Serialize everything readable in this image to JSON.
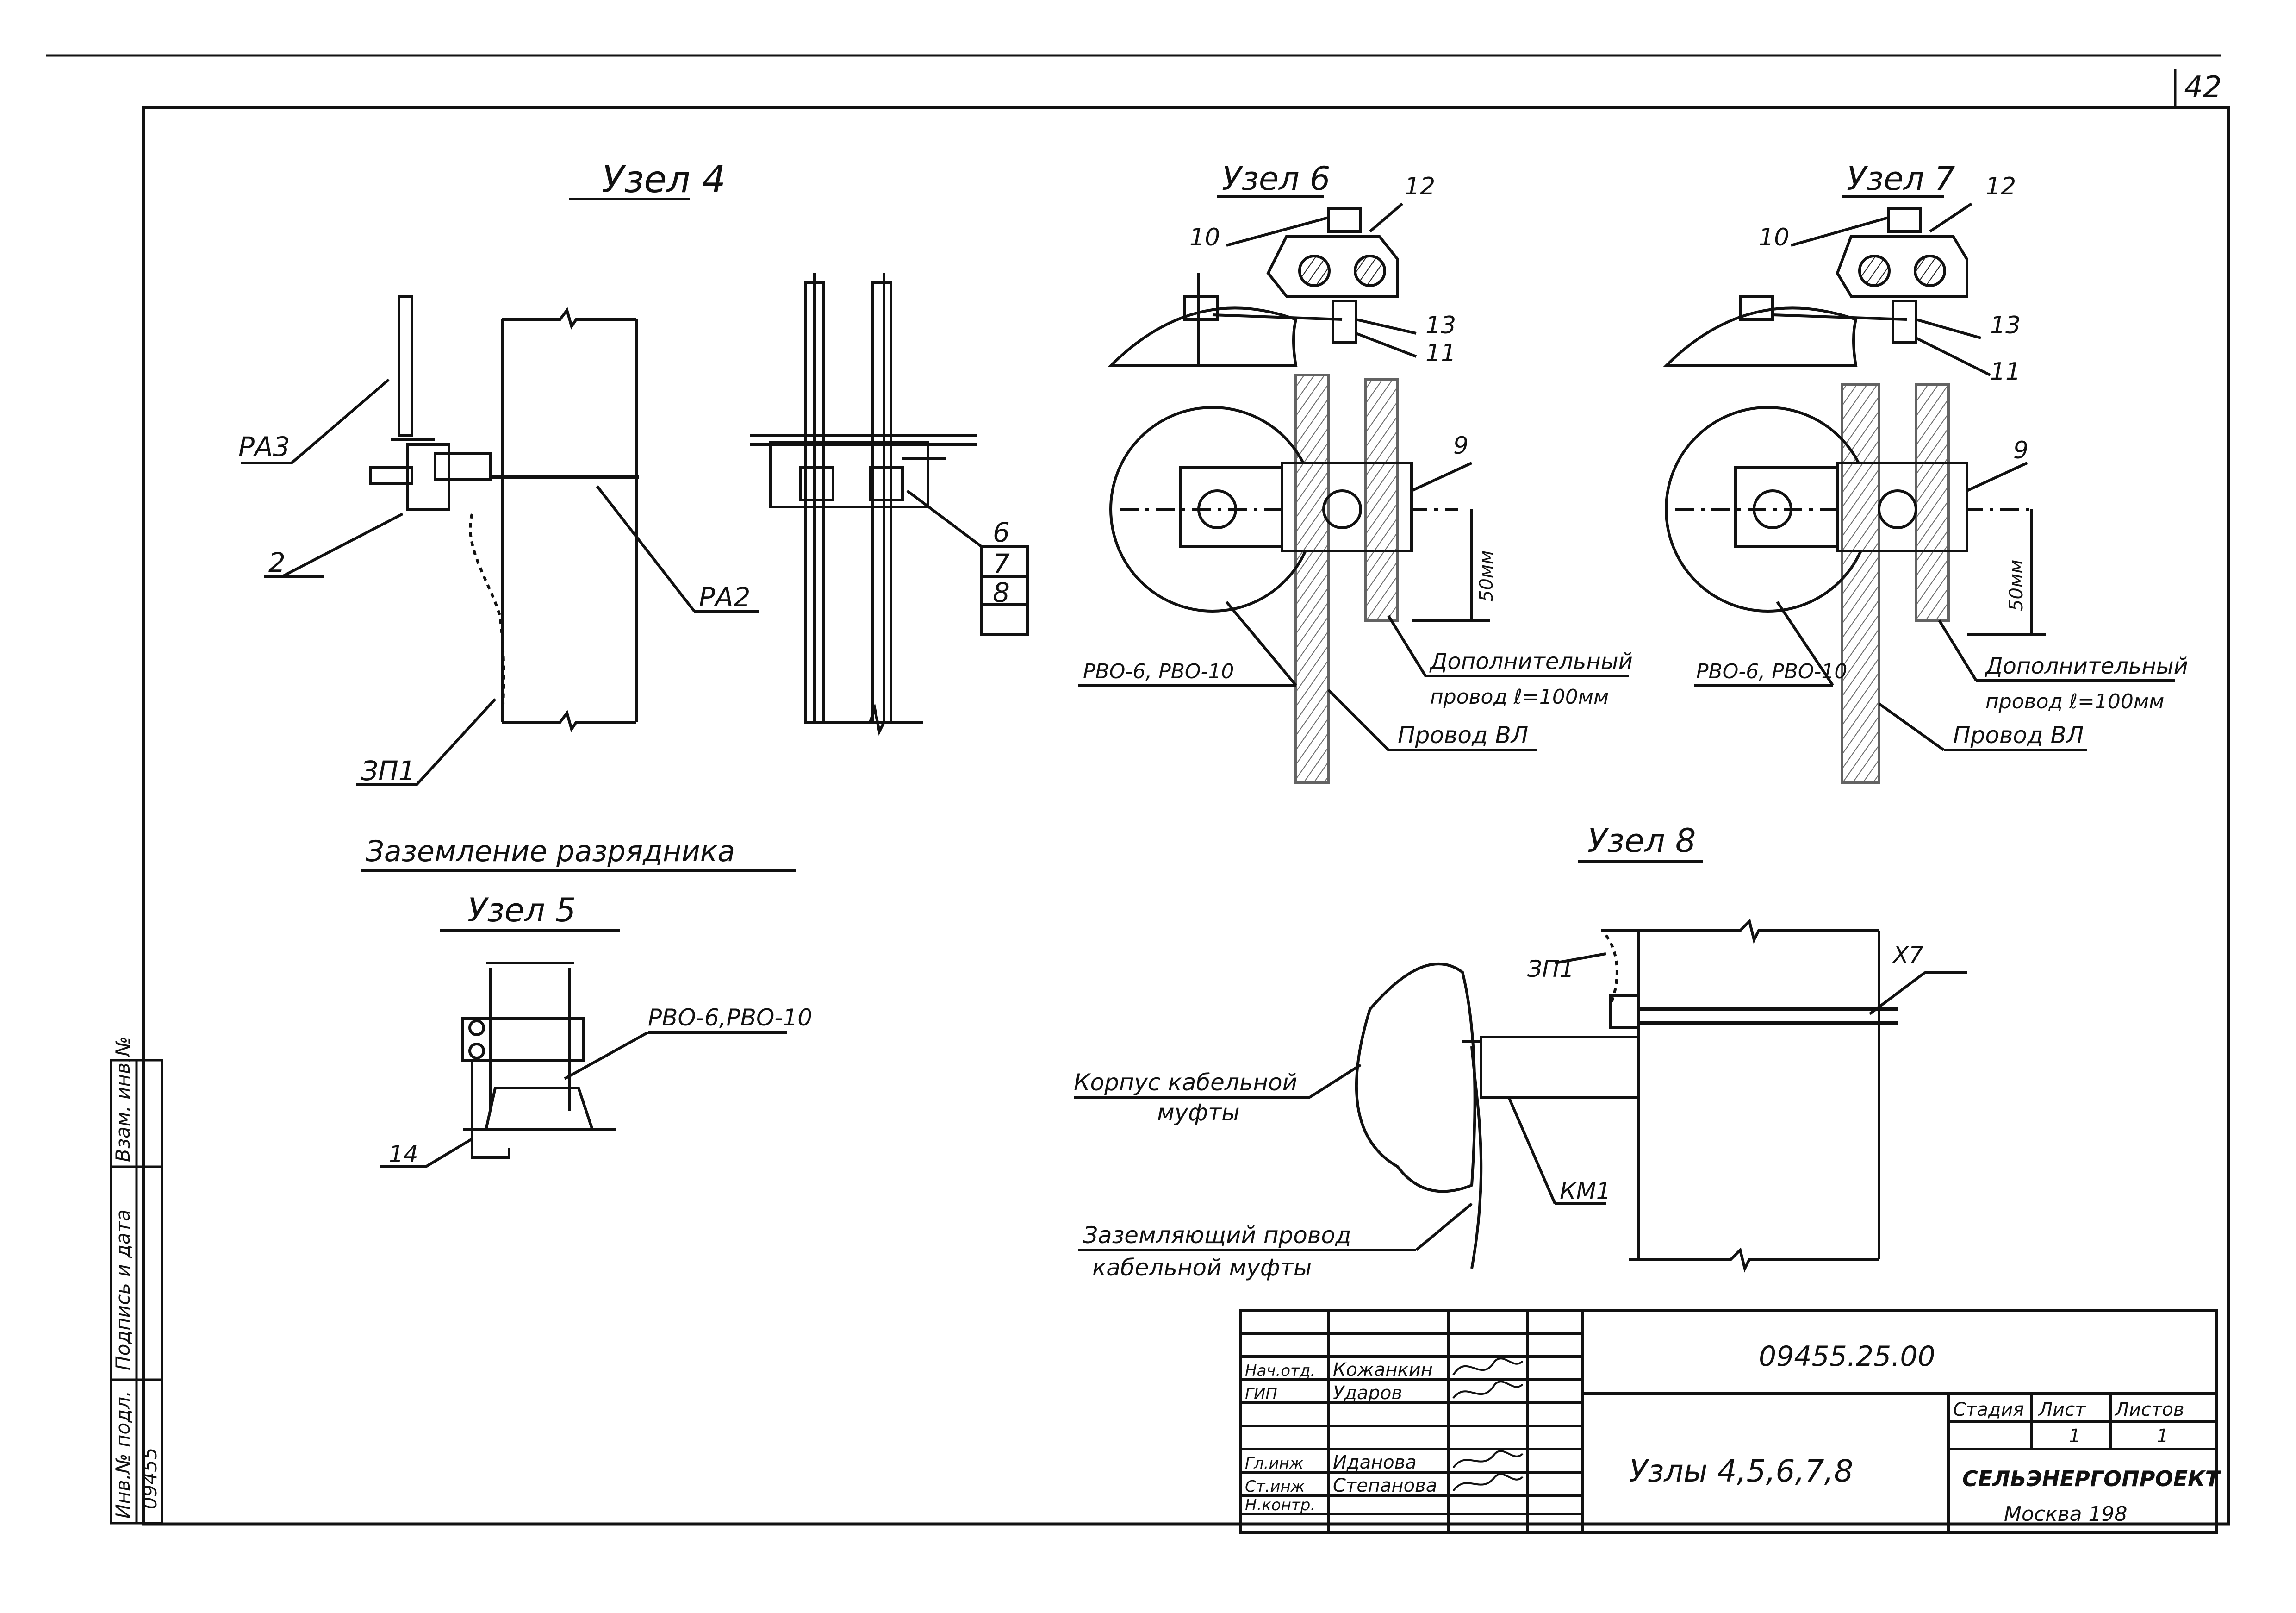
{
  "sheet_number": "42",
  "nodes": {
    "node4": {
      "title": "Узел 4",
      "labels": {
        "ra3": "РА3",
        "ra2": "РА2",
        "n2": "2",
        "zp1": "ЗП1",
        "n6": "6",
        "n7": "7",
        "n8": "8"
      }
    },
    "node6": {
      "title": "Узел 6",
      "labels": {
        "n10": "10",
        "n12": "12",
        "n13": "13",
        "n11": "11",
        "n9": "9",
        "rvo": "РВО-6, РВО-10",
        "extra_wire": "Дополнительный",
        "extra_wire2": "провод ℓ=100мм",
        "wire_vl": "Провод ВЛ",
        "dim50": "50мм"
      }
    },
    "node7": {
      "title": "Узел 7",
      "labels": {
        "n10": "10",
        "n12": "12",
        "n13": "13",
        "n11": "11",
        "n9": "9",
        "rvo": "РВО-6, РВО-10",
        "extra_wire": "Дополнительный",
        "extra_wire2": "провод ℓ=100мм",
        "wire_vl": "Провод ВЛ",
        "dim50": "50мм"
      }
    },
    "grounding_heading": "Заземление разрядника",
    "node5": {
      "title": "Узел 5",
      "labels": {
        "rvo": "РВО-6,РВО-10",
        "n14": "14"
      }
    },
    "node8": {
      "title": "Узел 8",
      "labels": {
        "zp1": "ЗП1",
        "x7": "Х7",
        "km1": "КМ1",
        "body1": "Корпус кабельной",
        "body2": "муфты",
        "ground1": "Заземляющий провод",
        "ground2": "кабельной муфты"
      }
    }
  },
  "left_margin": {
    "inv_no": "Инв.№ подл.",
    "signature_date": "Подпись и дата",
    "replaced_inv": "Взам. инв.№",
    "inv_value": "09455"
  },
  "title_block": {
    "doc_code": "09455.25.00",
    "sheet_title": "Узлы 4,5,6,7,8",
    "stage_label": "Стадия",
    "sheet_label": "Лист",
    "sheets_label": "Листов",
    "sheet_value": "1",
    "sheets_value": "1",
    "org": "СЕЛЬЭНЕРГОПРОЕКТ",
    "city": "Москва 198",
    "roles": [
      {
        "role": "Нач.отд.",
        "name": "Кожанкин"
      },
      {
        "role": "ГИП",
        "name": "Ударов"
      },
      {
        "role": "",
        "name": ""
      },
      {
        "role": "Гл.инж",
        "name": "Иданова"
      },
      {
        "role": "Ст.инж",
        "name": "Степанова"
      },
      {
        "role": "Н.контр.",
        "name": ""
      }
    ]
  }
}
